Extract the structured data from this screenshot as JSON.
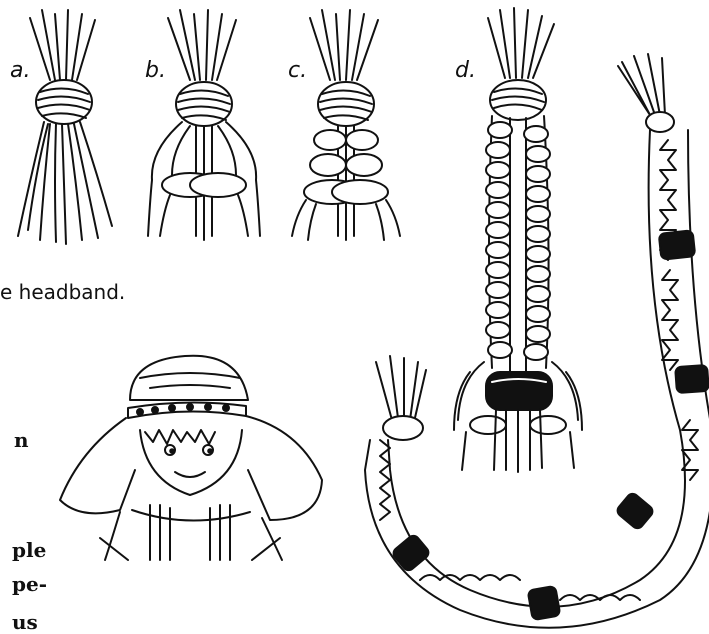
{
  "step_labels": [
    "a.",
    "b.",
    "c.",
    "d."
  ],
  "caption": "e headband.",
  "side_text": [
    "n",
    "ple",
    "pe-",
    "us"
  ],
  "colors": {
    "ink": "#111111",
    "paper": "#ffffff"
  }
}
